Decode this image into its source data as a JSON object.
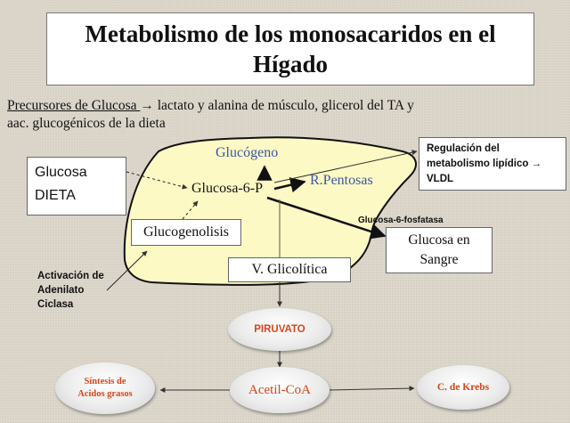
{
  "title": {
    "line1": "Metabolismo de los monosacaridos en el",
    "line2": "Hígado"
  },
  "precursors": {
    "label": "Precursores de Glucosa ",
    "arrow": "→",
    "text_line1": " lactato y alanina de músculo, glicerol del TA y",
    "text_line2": "aac. glucogénicos de la dieta"
  },
  "nodes": {
    "glucosa_dieta_1": "Glucosa",
    "glucosa_dieta_2": "DIETA",
    "glucogeno": "Glucógeno",
    "glucosa6p": "Glucosa-6-P",
    "pentosas": "R.Pentosas",
    "glucogenolisis": "Glucogenolisis",
    "glicolitica": "V. Glicolítica",
    "glucosa6fosfatasa": "Glucosa-6-fosfatasa",
    "glucosa_sangre_1": "Glucosa en",
    "glucosa_sangre_2": "Sangre",
    "regulacion_1": "Regulación del",
    "regulacion_2": "metabolismo lipídico →",
    "regulacion_3": "VLDL",
    "adenilato_1": "Activación de",
    "adenilato_2": "Adenilato",
    "adenilato_3": "Ciclasa",
    "piruvato": "PIRUVATO",
    "acetilcoa": "Acetil-CoA",
    "sintesis_1": "Síntesis de",
    "sintesis_2": "Acidos grasos",
    "krebs": "C. de Krebs"
  },
  "colors": {
    "liver_fill": "#fdf9c4",
    "blue_text": "#3a57a8",
    "red_text": "#d64518",
    "background": "#d8d2c6"
  }
}
